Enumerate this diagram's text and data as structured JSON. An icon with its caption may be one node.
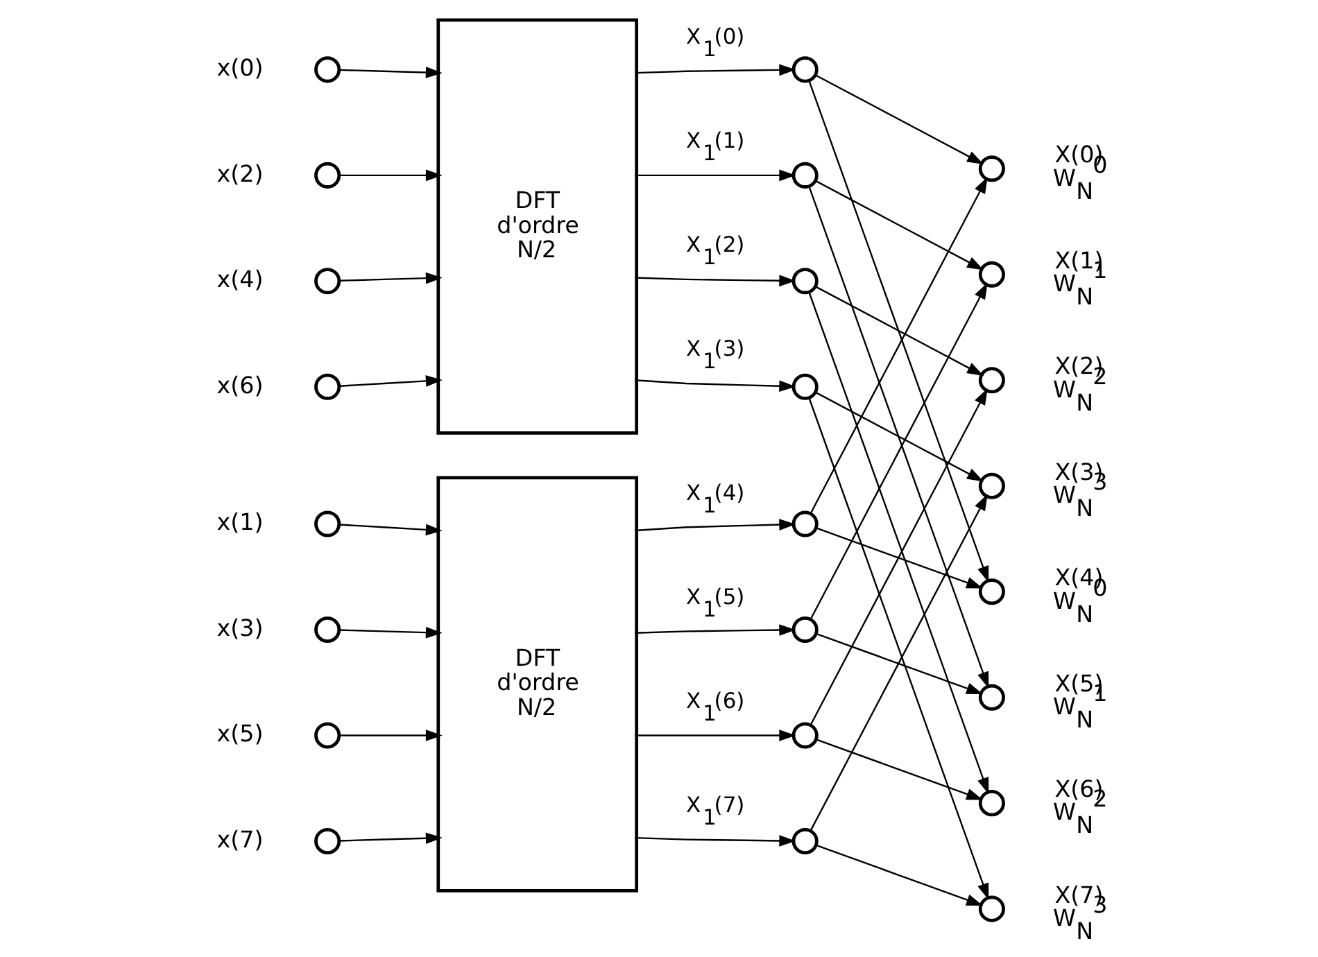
{
  "diagram": {
    "nodes": [
      {
        "text": [],
        "shape": "circle",
        "beside": [
          "x(0)"
        ]
      },
      {
        "text": [],
        "shape": "circle",
        "beside": [
          "x(2)"
        ]
      },
      {
        "text": [],
        "shape": "circle",
        "beside": [
          "x(4)"
        ]
      },
      {
        "text": [],
        "shape": "circle",
        "beside": [
          "x(6)"
        ]
      },
      {
        "text": [],
        "shape": "circle",
        "beside": [
          "x(1)"
        ]
      },
      {
        "text": [],
        "shape": "circle",
        "beside": [
          "x(3)"
        ]
      },
      {
        "text": [],
        "shape": "circle",
        "beside": [
          "x(5)"
        ]
      },
      {
        "text": [],
        "shape": "circle",
        "beside": [
          "x(7)"
        ]
      },
      {
        "text": [
          "DFT d'ordre N/2"
        ]
      },
      {
        "text": [
          "DFT d'ordre N/2"
        ]
      },
      {
        "text": [],
        "shape": "circle"
      },
      {
        "text": [],
        "shape": "circle"
      },
      {
        "text": [],
        "shape": "circle"
      },
      {
        "text": [],
        "shape": "circle"
      },
      {
        "text": [],
        "shape": "circle"
      },
      {
        "text": [],
        "shape": "circle"
      },
      {
        "text": [],
        "shape": "circle"
      },
      {
        "text": [],
        "shape": "circle"
      },
      {
        "text": [],
        "shape": "circle",
        "beside": [
          "X(0)",
          "W$_{N}$$^{0}$"
        ]
      },
      {
        "text": [],
        "shape": "circle",
        "beside": [
          "X(1)",
          "W$_{N}$$^{1}$"
        ]
      },
      {
        "text": [],
        "shape": "circle",
        "beside": [
          "X(2)",
          "W$_{N}$$^{2}$"
        ]
      },
      {
        "text": [],
        "shape": "circle",
        "beside": [
          "X(3)",
          "W$_{N}$$^{3}$"
        ]
      },
      {
        "text": [],
        "shape": "circle",
        "beside": [
          "X(4)",
          "W$_{N}$$^{0}$"
        ]
      },
      {
        "text": [],
        "shape": "circle",
        "beside": [
          "X(5)",
          "W$_{N}$$^{1}$"
        ]
      },
      {
        "text": [],
        "shape": "circle",
        "beside": [
          "X(6)",
          "W$_{N}$$^{2}$"
        ]
      },
      {
        "text": [],
        "shape": "circle",
        "beside": [
          "X(7)",
          "W$_{N}$$^{3}$"
        ]
      }
    ],
    "edges": [
      {
        "from": 0,
        "to": 8,
        "arrow": "to"
      },
      {
        "from": 1,
        "to": 8,
        "arrow": "to"
      },
      {
        "from": 2,
        "to": 8,
        "arrow": "to"
      },
      {
        "from": 3,
        "to": 8,
        "arrow": "to"
      },
      {
        "from": 4,
        "to": 9,
        "arrow": "to"
      },
      {
        "from": 5,
        "to": 9,
        "arrow": "to"
      },
      {
        "from": 6,
        "to": 9,
        "arrow": "to"
      },
      {
        "from": 7,
        "to": 9,
        "arrow": "to"
      },
      {
        "from": 8,
        "to": 10,
        "arrow": "to",
        "label": "X$_{1}$(0)"
      },
      {
        "from": 8,
        "to": 11,
        "arrow": "to",
        "label": "X$_{1}$(1)"
      },
      {
        "from": 8,
        "to": 12,
        "arrow": "to",
        "label": "X$_{1}$(2)"
      },
      {
        "from": 8,
        "to": 13,
        "arrow": "to",
        "label": "X$_{1}$(3)"
      },
      {
        "from": 9,
        "to": 14,
        "arrow": "to",
        "label": "X$_{1}$(4)"
      },
      {
        "from": 9,
        "to": 15,
        "arrow": "to",
        "label": "X$_{1}$(5)"
      },
      {
        "from": 9,
        "to": 16,
        "arrow": "to",
        "label": "X$_{1}$(6)"
      },
      {
        "from": 9,
        "to": 17,
        "arrow": "to",
        "label": "X$_{1}$(7)"
      },
      {
        "from": 10,
        "to": 18,
        "arrow": "to"
      },
      {
        "from": 10,
        "to": 22,
        "arrow": "to"
      },
      {
        "from": 11,
        "to": 19,
        "arrow": "to"
      },
      {
        "from": 11,
        "to": 23,
        "arrow": "to"
      },
      {
        "from": 12,
        "to": 20,
        "arrow": "to"
      },
      {
        "from": 12,
        "to": 24,
        "arrow": "to"
      },
      {
        "from": 13,
        "to": 21,
        "arrow": "to"
      },
      {
        "from": 13,
        "to": 25,
        "arrow": "to"
      },
      {
        "from": 14,
        "to": 18,
        "arrow": "to"
      },
      {
        "from": 14,
        "to": 22,
        "arrow": "to"
      },
      {
        "from": 15,
        "to": 19,
        "arrow": "to"
      },
      {
        "from": 15,
        "to": 23,
        "arrow": "to"
      },
      {
        "from": 16,
        "to": 20,
        "arrow": "to"
      },
      {
        "from": 16,
        "to": 24,
        "arrow": "to"
      },
      {
        "from": 17,
        "to": 21,
        "arrow": "to"
      },
      {
        "from": 17,
        "to": 25,
        "arrow": "to"
      }
    ]
  }
}
